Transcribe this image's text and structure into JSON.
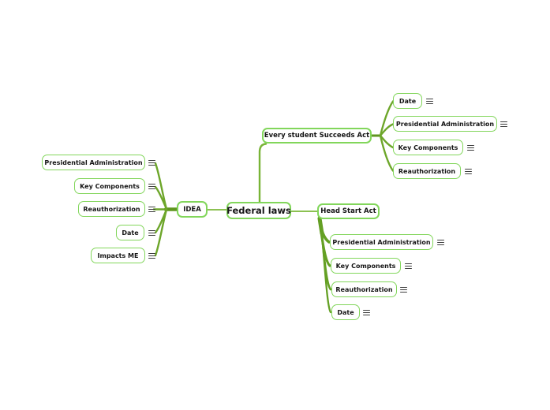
{
  "app": {
    "type": "mind-map",
    "background": "#ffffff"
  },
  "colors": {
    "node_border": "#82d65b",
    "node_fill": "#ffffff",
    "branch_line": "#6da62a",
    "branch_trunk": "#5f961f",
    "connector_line": "#8cc152",
    "top_connector": "#79b437",
    "text": "#151515",
    "menu_icon": "#3d3d3d"
  },
  "icons": {
    "menu": "hamburger-icon"
  },
  "map": {
    "center": {
      "label": "Federal laws"
    },
    "branches": [
      {
        "label": "Every student Succeeds Act",
        "children": [
          {
            "label": "Date"
          },
          {
            "label": "Presidential Administration"
          },
          {
            "label": "Key Components"
          },
          {
            "label": "Reauthorization"
          }
        ]
      },
      {
        "label": "Head Start Act",
        "children": [
          {
            "label": "Presidential Administration"
          },
          {
            "label": "Key Components"
          },
          {
            "label": "Reauthorization"
          },
          {
            "label": "Date"
          }
        ]
      },
      {
        "label": "IDEA",
        "children": [
          {
            "label": "Presidential Administration"
          },
          {
            "label": "Key Components"
          },
          {
            "label": "Reauthorization"
          },
          {
            "label": "Date"
          },
          {
            "label": "Impacts ME"
          }
        ]
      }
    ]
  }
}
